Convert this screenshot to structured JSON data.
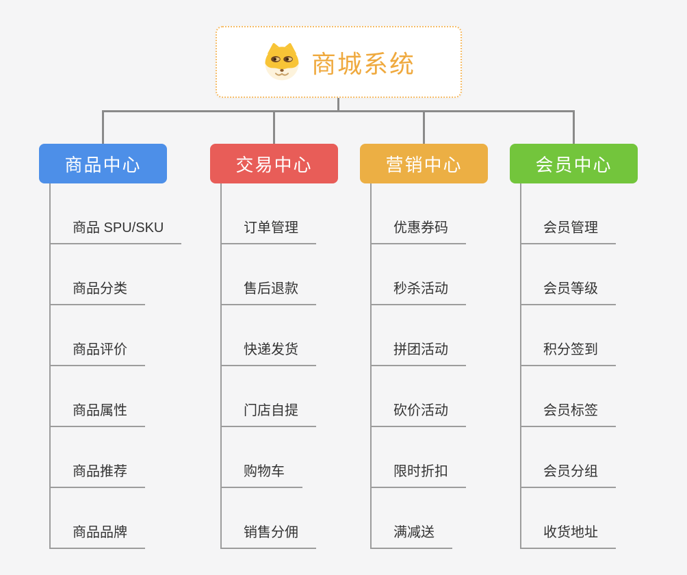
{
  "root": {
    "title": "商城系统",
    "icon": "dog-face-icon",
    "border_color": "#f6bc66",
    "title_color": "#efa93e",
    "background": "#ffffff"
  },
  "canvas": {
    "background": "#f5f5f6",
    "connector_color": "#8a8a8a",
    "stem_color": "#9c9c9c",
    "leaf_text_color": "#333333"
  },
  "branches": [
    {
      "label": "商品中心",
      "color": "#4d8fe8",
      "children": [
        "商品 SPU/SKU",
        "商品分类",
        "商品评价",
        "商品属性",
        "商品推荐",
        "商品品牌"
      ]
    },
    {
      "label": "交易中心",
      "color": "#e85d58",
      "children": [
        "订单管理",
        "售后退款",
        "快递发货",
        "门店自提",
        "购物车",
        "销售分佣"
      ]
    },
    {
      "label": "营销中心",
      "color": "#ecaf44",
      "children": [
        "优惠券码",
        "秒杀活动",
        "拼团活动",
        "砍价活动",
        "限时折扣",
        "满减送"
      ]
    },
    {
      "label": "会员中心",
      "color": "#73c53c",
      "children": [
        "会员管理",
        "会员等级",
        "积分签到",
        "会员标签",
        "会员分组",
        "收货地址"
      ]
    }
  ]
}
